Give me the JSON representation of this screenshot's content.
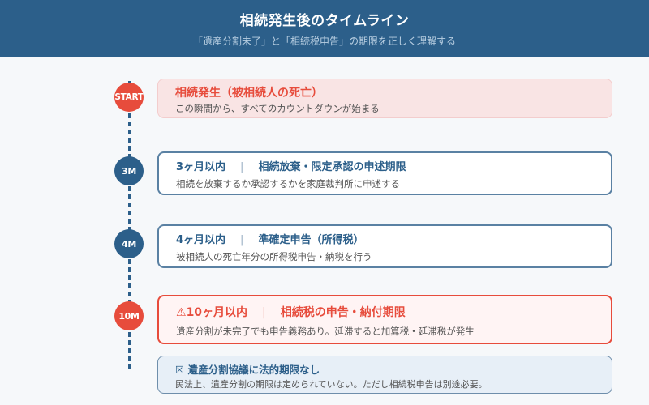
{
  "header": {
    "title": "相続発生後のタイムライン",
    "subtitle": "「遺産分割未了」と「相続税申告」の期限を正しく理解する"
  },
  "colors": {
    "header_bg": "#2c5f8a",
    "accent_red": "#e74c3c",
    "accent_blue": "#2c5f8a",
    "background": "#f6f8fa"
  },
  "timeline": [
    {
      "node": "START",
      "title": "相続発生（被相続人の死亡）",
      "description": "この瞬間から、すべてのカウントダウンが始まる"
    },
    {
      "node": "3M",
      "period": "3ヶ月以内",
      "separator": "|",
      "title": "相続放棄・限定承認の申述期限",
      "description": "相続を放棄するか承認するかを家庭裁判所に申述する"
    },
    {
      "node": "4M",
      "period": "4ヶ月以内",
      "separator": "|",
      "title": "準確定申告（所得税）",
      "description": "被相続人の死亡年分の所得税申告・納税を行う"
    },
    {
      "node": "10M",
      "icon": "⚠",
      "period": "10ヶ月以内",
      "separator": "|",
      "title": "相続税の申告・納付期限",
      "description": "遺産分割が未完了でも申告義務あり。延滞すると加算税・延滞税が発生"
    }
  ],
  "note": {
    "icon": "☒",
    "title": "遺産分割協議に法的期限なし",
    "description": "民法上、遺産分割の期限は定められていない。ただし相続税申告は別途必要。"
  }
}
